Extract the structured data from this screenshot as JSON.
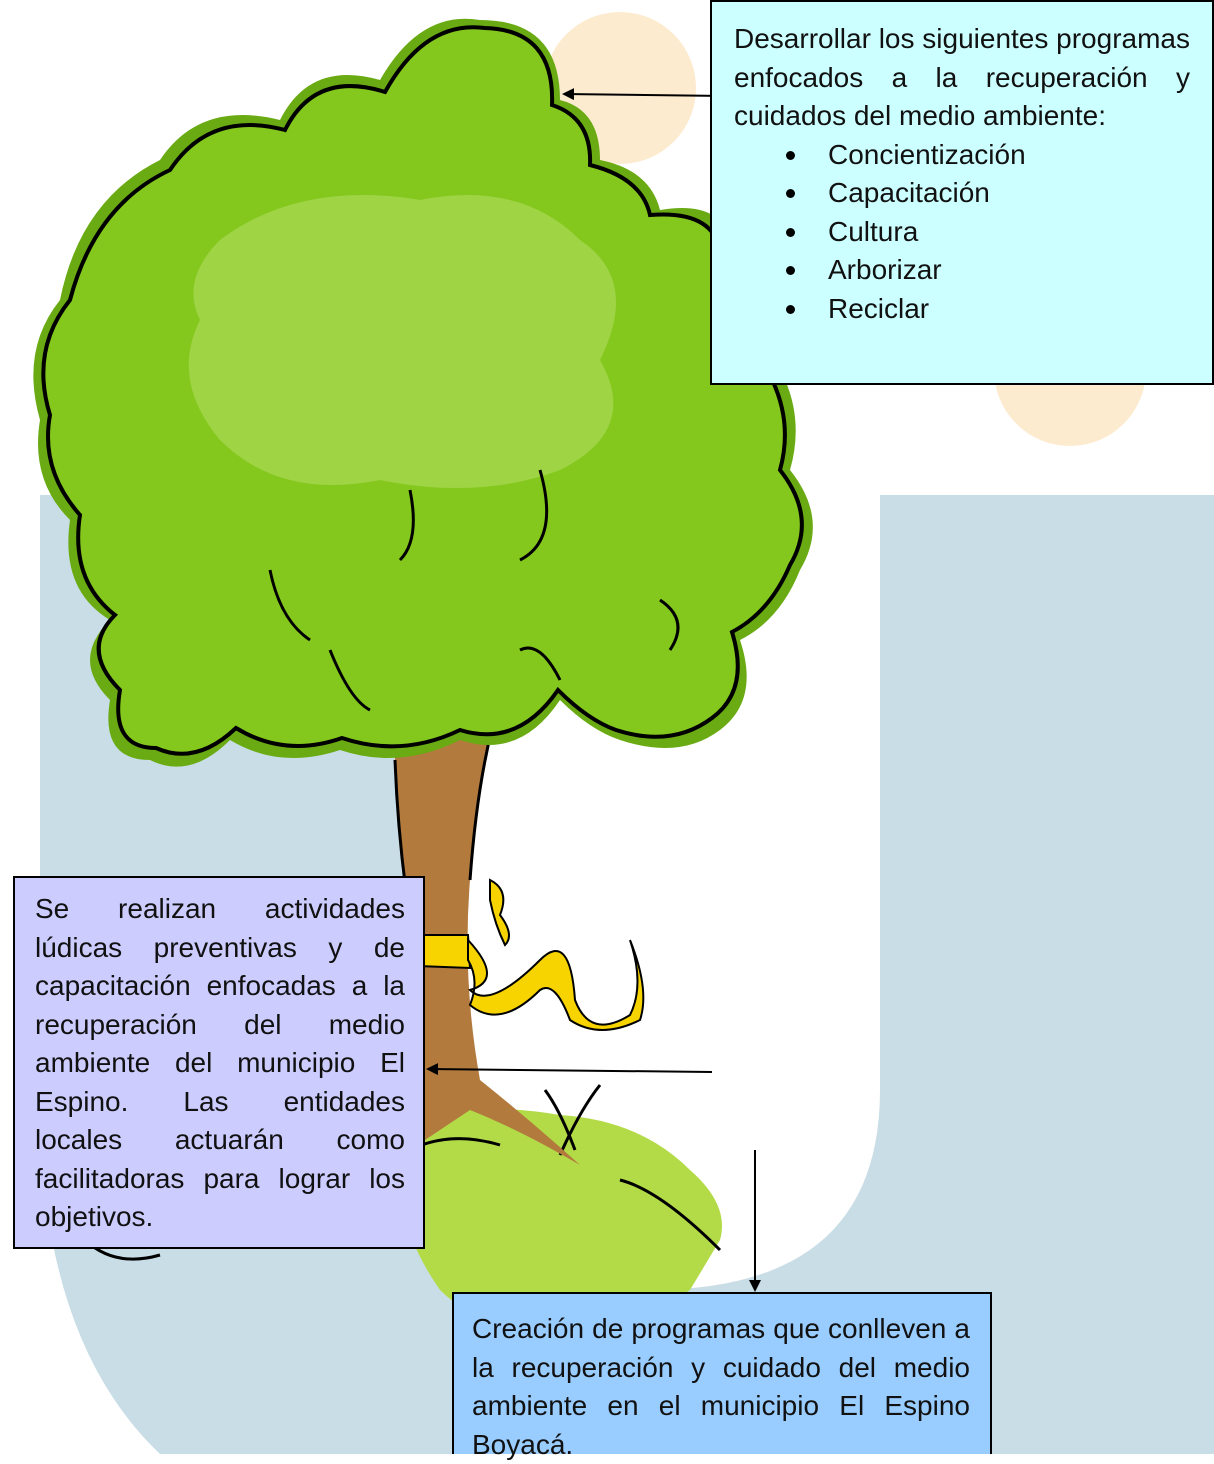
{
  "colors": {
    "background_letter": "#c8dde6",
    "background_circle": "#fdebcf",
    "foliage": "#84c81d",
    "foliage_light": "#9fd445",
    "foliage_shadow": "#6aab14",
    "trunk": "#b37a3e",
    "ribbon": "#f7d400",
    "grass": "#b3db47",
    "box_top": "#ccffff",
    "box_left": "#ccccff",
    "box_bottom": "#99ccff",
    "arrow": "#000000"
  },
  "box_top": {
    "intro": "Desarrollar los siguientes programas enfocados a la recuperación y cuidados del medio ambiente:",
    "items": [
      "Concientización",
      "Capacitación",
      "Cultura",
      "Arborizar",
      "Reciclar"
    ]
  },
  "box_left": {
    "text": "Se realizan actividades lúdicas preventivas y de capacitación enfocadas a la recuperación del medio ambiente del municipio El Espino. Las entidades locales actuarán como facilitadoras para lograr los objetivos."
  },
  "box_bottom": {
    "text": "Creación de programas que conlleven a la recuperación y cuidado del medio ambiente en el municipio  El Espino Boyacá."
  }
}
